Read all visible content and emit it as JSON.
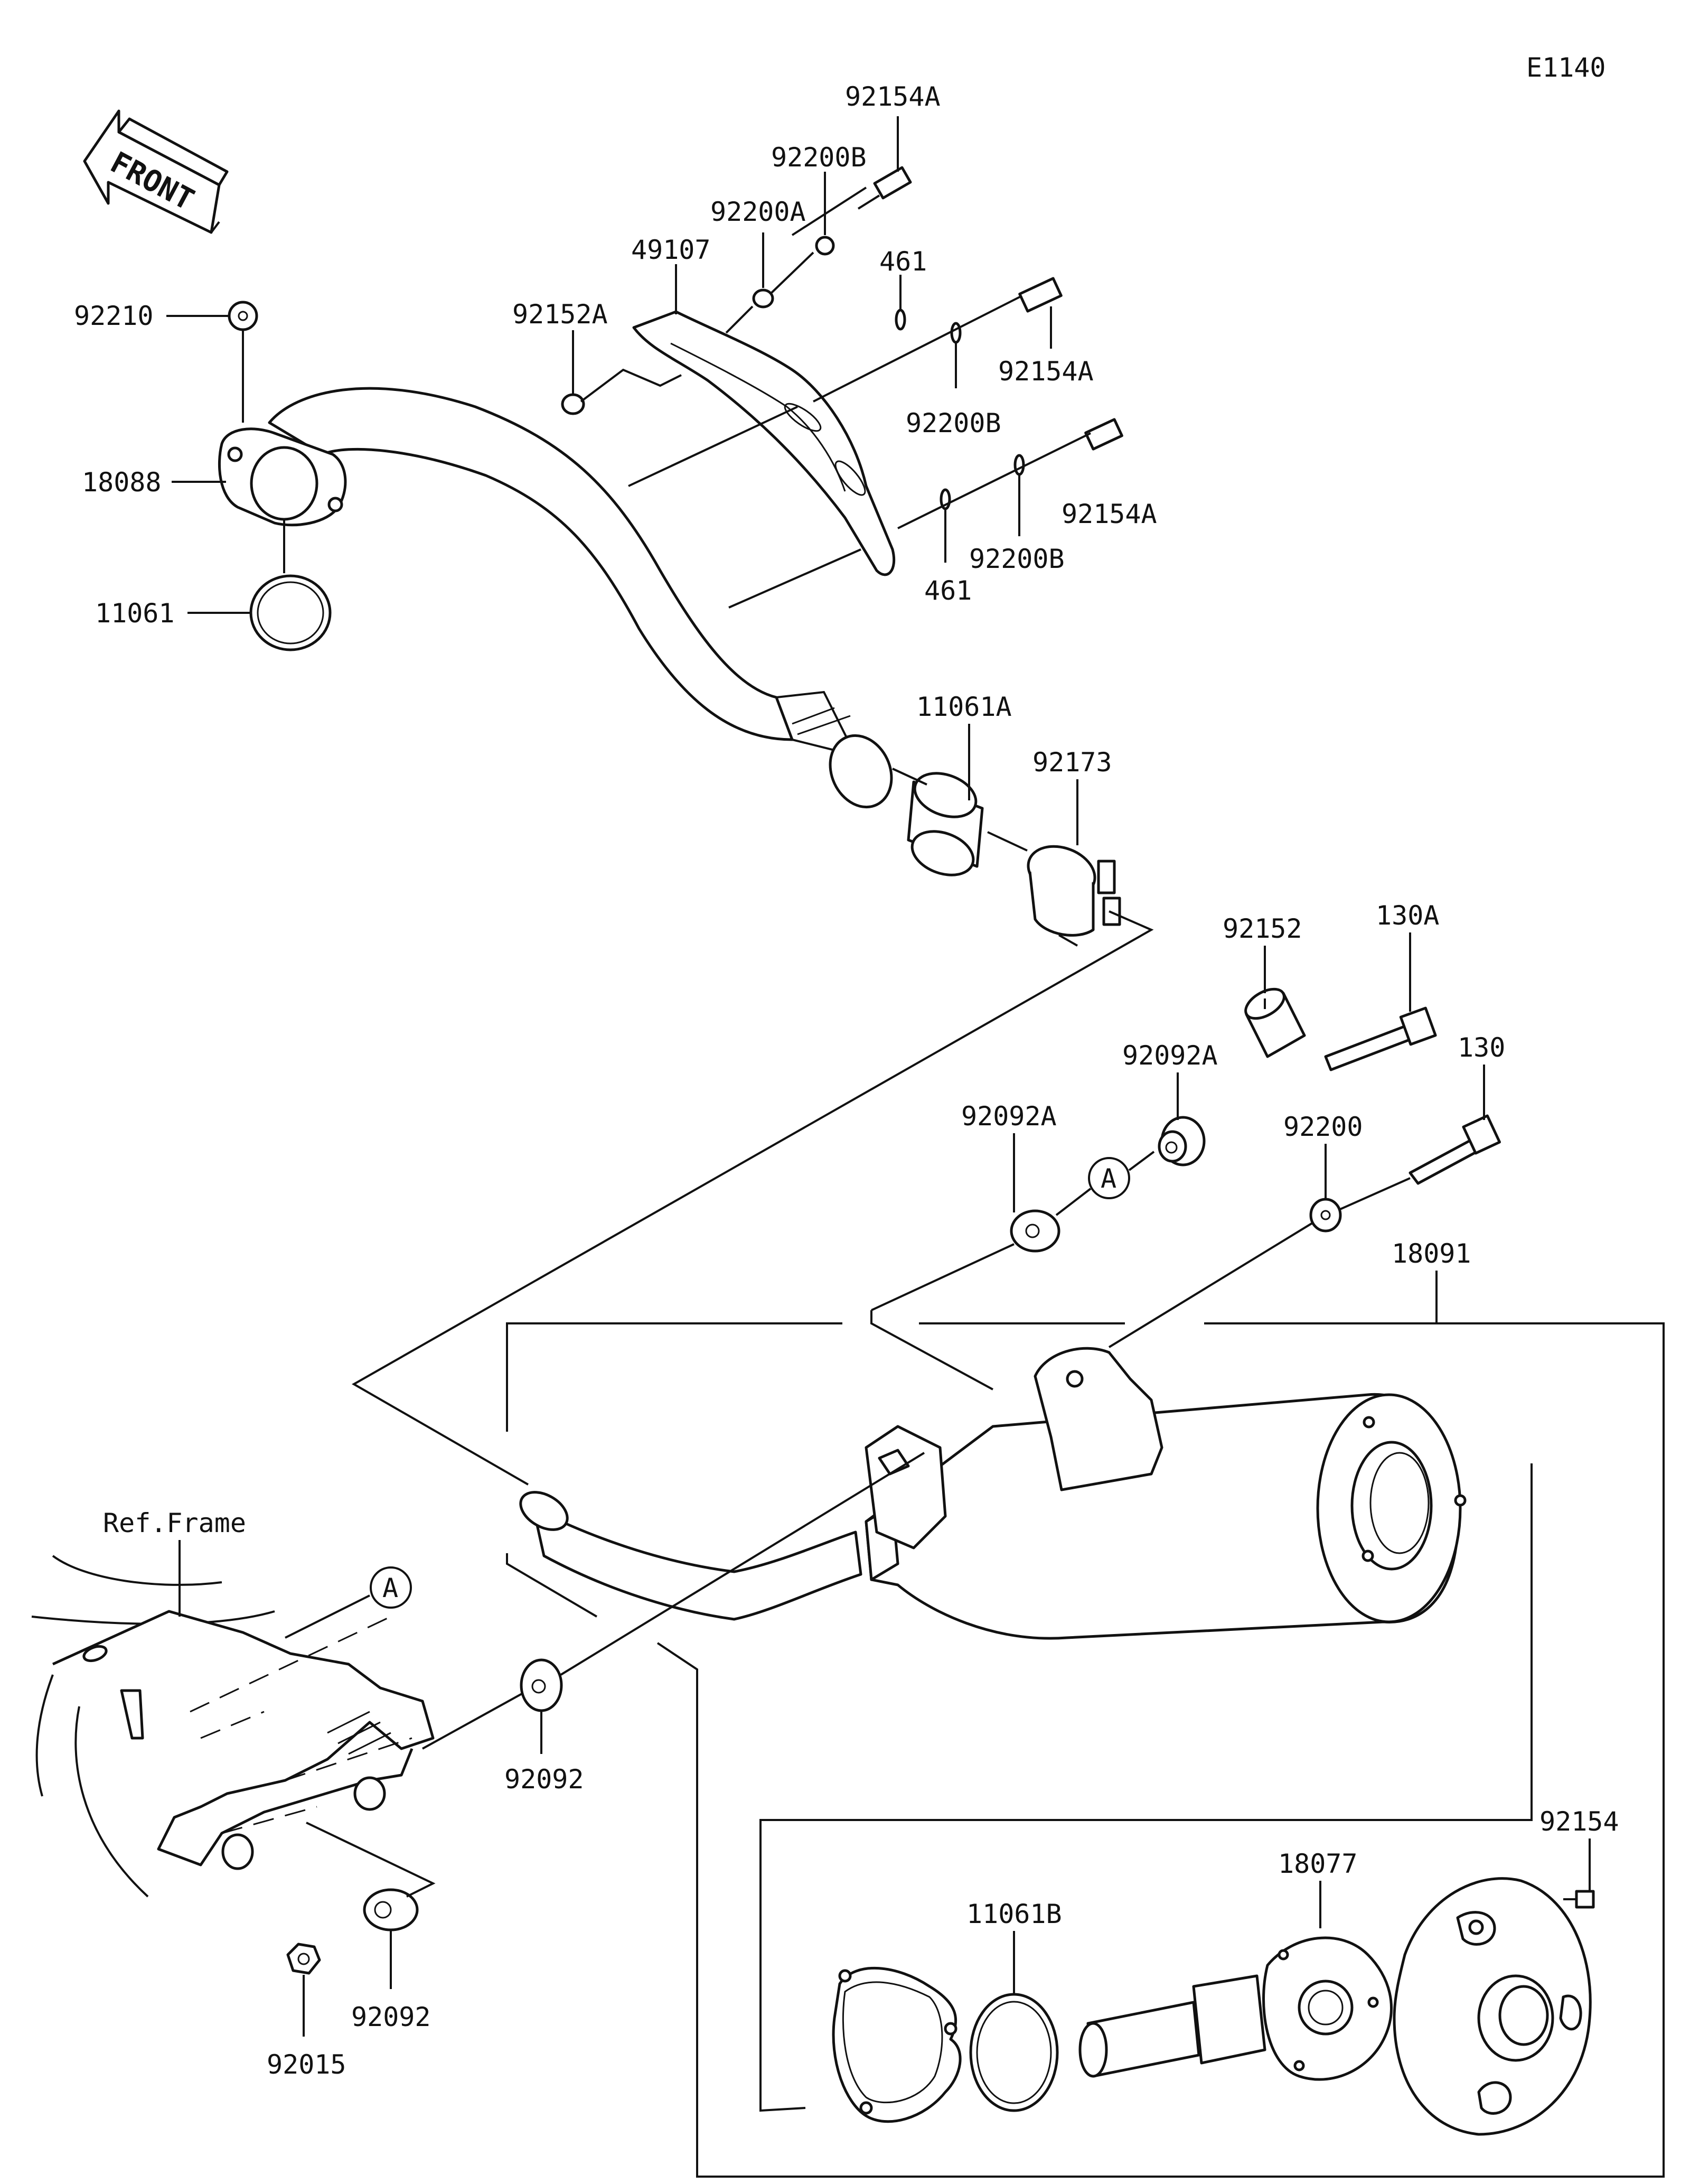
{
  "diagram_code": "E1140",
  "front_label": "FRONT",
  "ref_frame_label": "Ref.Frame",
  "reference_marker": "A",
  "parts": {
    "p92154A_top": "92154A",
    "p92200B_top": "92200B",
    "p92200A": "92200A",
    "p49107": "49107",
    "p461_top": "461",
    "p92152A": "92152A",
    "p92154A_mid": "92154A",
    "p92200B_mid": "92200B",
    "p92154A_low": "92154A",
    "p92200B_low": "92200B",
    "p461_low": "461",
    "p92210": "92210",
    "p18088": "18088",
    "p11061": "11061",
    "p11061A": "11061A",
    "p92173": "92173",
    "p130A": "130A",
    "p92152": "92152",
    "p92092A_top": "92092A",
    "p130": "130",
    "p92092A_left": "92092A",
    "p92200": "92200",
    "p18091": "18091",
    "p92092_mid": "92092",
    "p92092_low": "92092",
    "p92015": "92015",
    "p92154": "92154",
    "p18077": "18077",
    "p11061B": "11061B"
  }
}
